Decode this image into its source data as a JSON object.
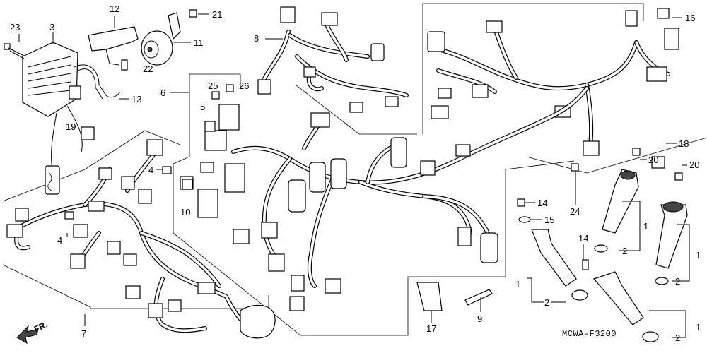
{
  "diagram": {
    "code": "MCWA–F3200",
    "direction": "FR.",
    "callouts": [
      "23",
      "3",
      "12",
      "21",
      "11",
      "22",
      "13",
      "19",
      "8",
      "6",
      "25",
      "26",
      "5",
      "16",
      "18",
      "20",
      "4",
      "4",
      "10",
      "14",
      "15",
      "24",
      "1",
      "2",
      "14",
      "20",
      "1",
      "2",
      "1",
      "2",
      "7",
      "17",
      "9",
      "1",
      "2"
    ]
  }
}
